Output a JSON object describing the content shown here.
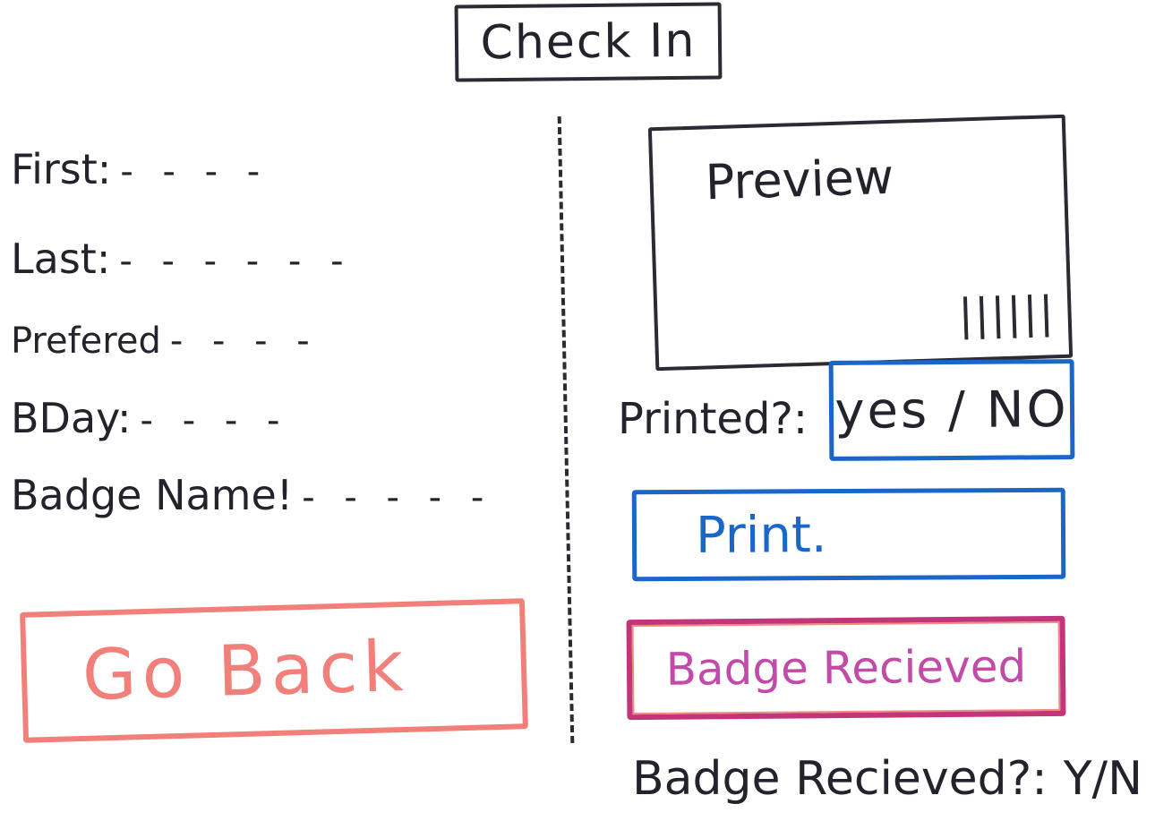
{
  "header": {
    "title": "Check In"
  },
  "form": {
    "fields": [
      {
        "label": "First:",
        "value": "- - - -"
      },
      {
        "label": "Last:",
        "value": "- - - - - -"
      },
      {
        "label": "Prefered",
        "value": "- - - -"
      },
      {
        "label": "BDay:",
        "value": "- - - -"
      },
      {
        "label": "Badge Name!",
        "value": "- - - - -"
      }
    ]
  },
  "preview": {
    "label": "Preview"
  },
  "printed": {
    "label": "Printed?:",
    "toggle": "yes / NO"
  },
  "actions": {
    "print": "Print.",
    "badge_received": "Badge Recieved",
    "go_back": "Go Back"
  },
  "status": {
    "badge_received_label": "Badge Recieved?:",
    "badge_received_value": "Y/N"
  },
  "colors": {
    "ink": "#22232b",
    "blue": "#1a67c9",
    "magenta": "#c24aa8",
    "salmon": "#f2807a"
  }
}
